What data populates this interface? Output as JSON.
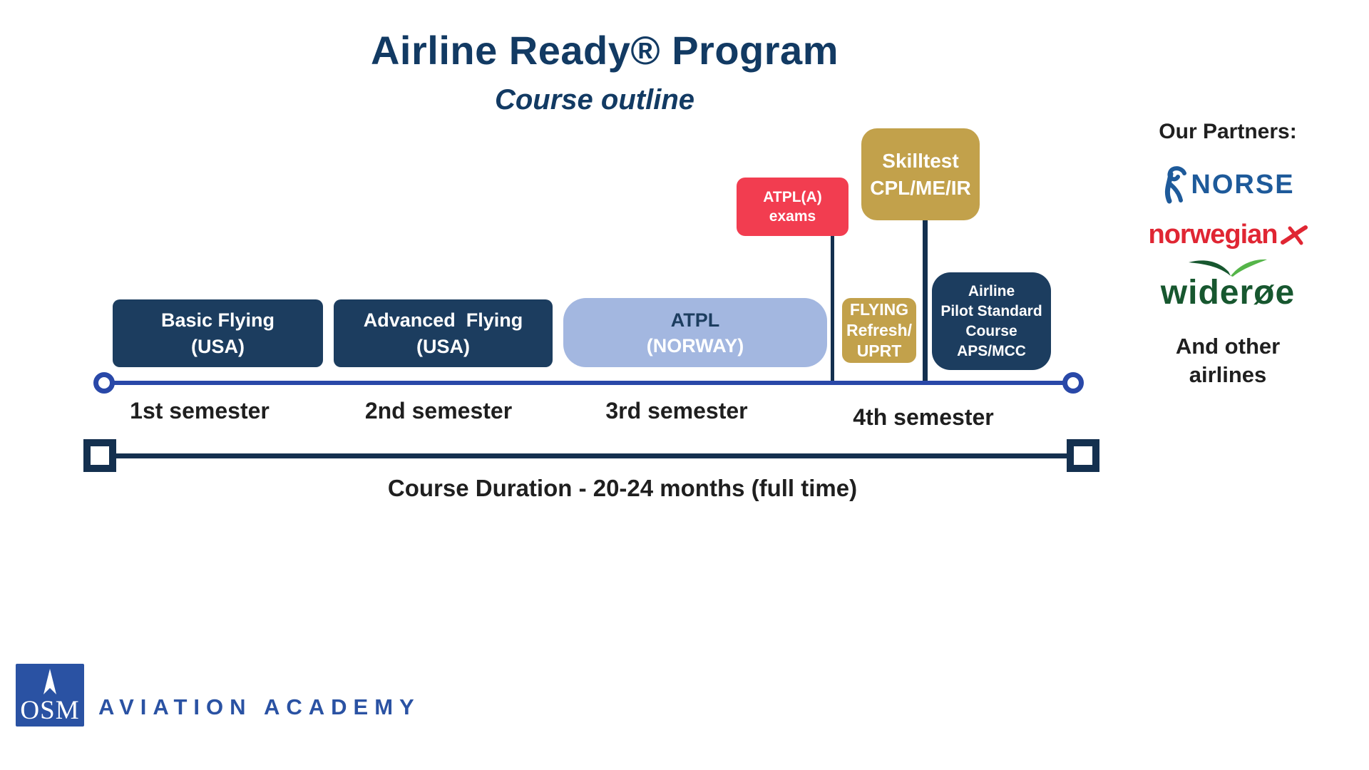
{
  "title": "Airline Ready® Program",
  "subtitle": "Course outline",
  "partners": {
    "heading": "Our Partners:",
    "norse": "NORSE",
    "norwegian": "norwegian",
    "wideroe": "widerøe",
    "footer_line1": "And other",
    "footer_line2": "airlines"
  },
  "timeline": {
    "blocks": [
      {
        "name": "basic-flying",
        "line1": "Basic Flying",
        "line2": "(USA)"
      },
      {
        "name": "advanced-flying",
        "line1": "Advanced  Flying",
        "line2": "(USA)"
      },
      {
        "name": "atpl-norway",
        "line1": "ATPL",
        "line2": "(NORWAY)"
      },
      {
        "name": "flying-refresh-uprt",
        "line1": "FLYING",
        "line2": "Refresh/",
        "line3": "UPRT"
      },
      {
        "name": "airline-pilot-standard-course",
        "line1": "Airline",
        "line2": "Pilot Standard",
        "line3": "Course",
        "line4": "APS/MCC"
      }
    ],
    "callouts": [
      {
        "name": "atpla-exams",
        "line1": "ATPL(A)",
        "line2": "exams"
      },
      {
        "name": "skilltest",
        "line1": "Skilltest",
        "line2": "CPL/ME/IR"
      }
    ],
    "semesters": [
      "1st semester",
      "2nd semester",
      "3rd semester",
      "4th semester"
    ]
  },
  "duration": {
    "label": "Course Duration - 20-24 months (full time)"
  },
  "footer": {
    "osm": "OSM",
    "brand": "AVIATION ACADEMY"
  },
  "icons": {
    "norse_glyph": "norse-prow-icon",
    "norwegian_plane": "airplane-icon",
    "wideroe_bird": "bird-wings-icon",
    "osm_arrow": "spire-arrow-icon"
  },
  "colors": {
    "navy_block": "#1C3D5F",
    "title_navy": "#123A63",
    "light_blue": "#A3B7E0",
    "gold": "#C2A14B",
    "red": "#F23D50",
    "timeline_blue": "#2948A8",
    "dark_line": "#14304F",
    "text_dark": "#1F1F1F",
    "norse_blue": "#1E5A9A",
    "norwegian_red": "#E02633",
    "wideroe_green": "#17572F",
    "wideroe_light_green": "#55B549",
    "osm_blue": "#2A52A3"
  }
}
